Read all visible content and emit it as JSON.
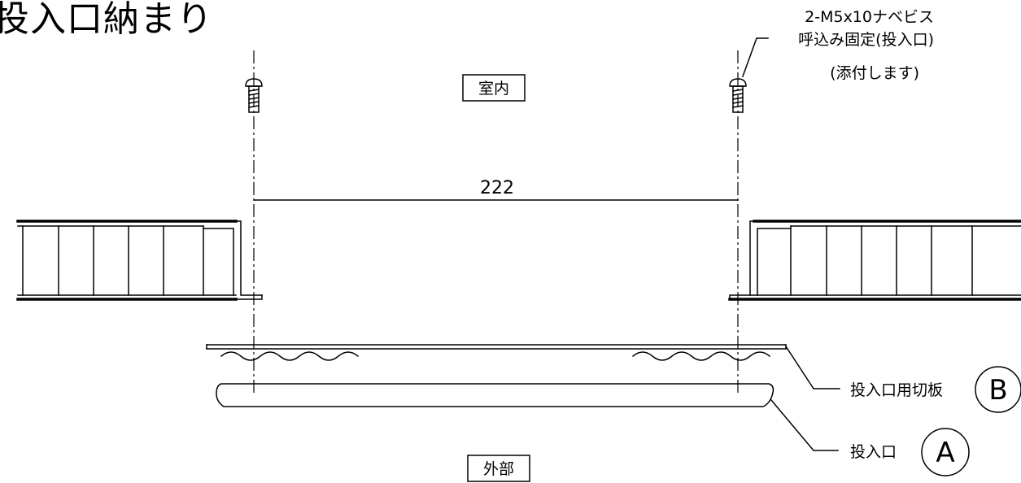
{
  "title": "投入口納まり",
  "screw_note": {
    "line1": "2-M5x10ナベビス",
    "line2": "呼込み固定(投入口)",
    "line3": "(添付します)"
  },
  "room_inside_label": "室内",
  "outside_label": "外部",
  "dimension_value": "222",
  "part_b": {
    "name": "投入口用切板",
    "letter": "B"
  },
  "part_a": {
    "name": "投入口",
    "letter": "A"
  }
}
